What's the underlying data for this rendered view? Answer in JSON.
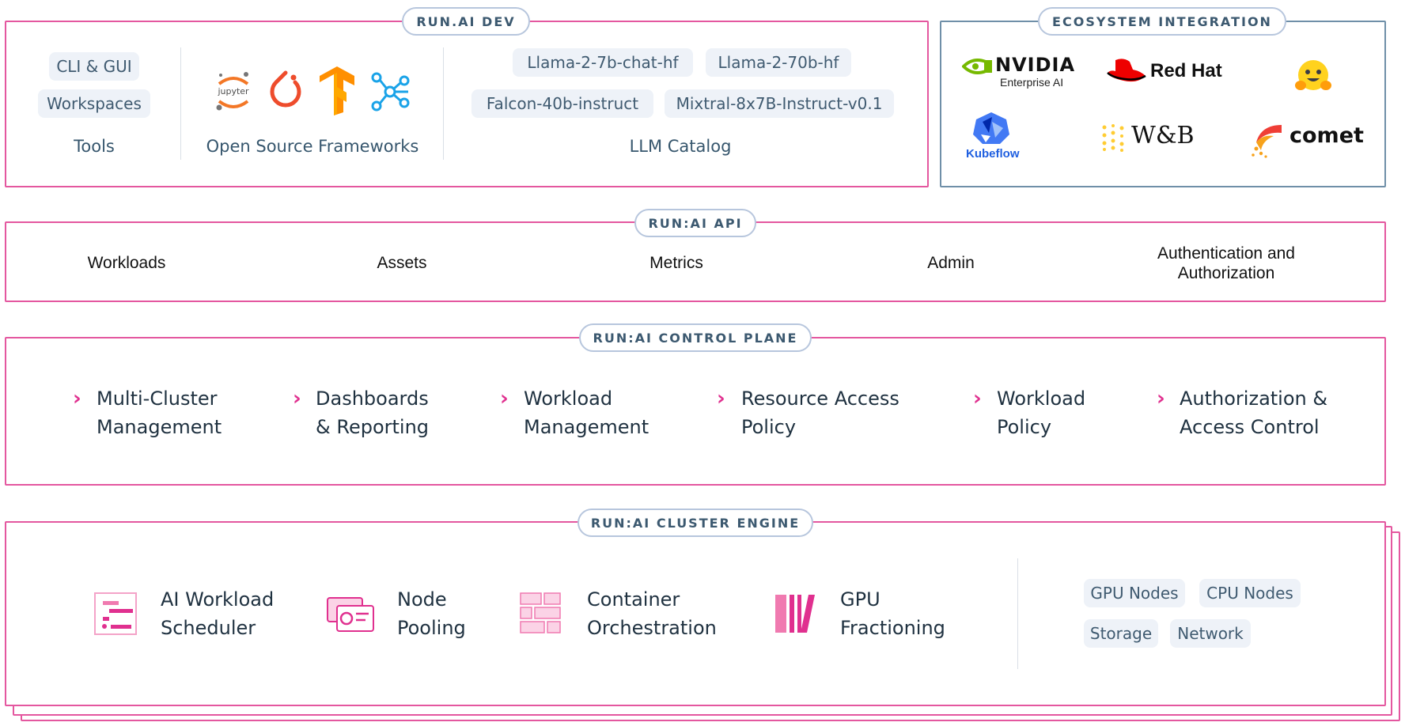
{
  "dev": {
    "tag": "RUN.AI DEV",
    "tools": {
      "chips": [
        "CLI & GUI",
        "Workspaces"
      ],
      "caption": "Tools"
    },
    "frameworks": {
      "caption": "Open Source Frameworks",
      "icons": [
        "jupyter-icon",
        "pytorch-icon",
        "tensorflow-icon",
        "kubeflow-pipelines-icon"
      ],
      "jupyter_text": "jupyter"
    },
    "llm": {
      "chips": [
        "Llama-2-7b-chat-hf",
        "Llama-2-70b-hf",
        "Falcon-40b-instruct",
        "Mixtral-8x7B-Instruct-v0.1"
      ],
      "caption": "LLM Catalog"
    }
  },
  "ecosystem": {
    "tag": "ECOSYSTEM INTEGRATION",
    "logos": {
      "nvidia": "NVIDIA",
      "nvidia_sub": "Enterprise AI",
      "redhat": "Red Hat",
      "kubeflow": "Kubeflow",
      "wandb": "W&B",
      "comet": "comet"
    }
  },
  "api": {
    "tag": "RUN:AI API",
    "items": [
      "Workloads",
      "Assets",
      "Metrics",
      "Admin",
      "Authentication and Authorization"
    ]
  },
  "control_plane": {
    "tag": "RUN:AI CONTROL PLANE",
    "items": [
      {
        "line1": "Multi-Cluster",
        "line2": "Management"
      },
      {
        "line1": "Dashboards",
        "line2": "& Reporting"
      },
      {
        "line1": "Workload",
        "line2": "Management"
      },
      {
        "line1": "Resource Access",
        "line2": "Policy"
      },
      {
        "line1": "Workload",
        "line2": "Policy"
      },
      {
        "line1": "Authorization &",
        "line2": "Access Control"
      }
    ],
    "chevron": "›"
  },
  "cluster_engine": {
    "tag": "RUN:AI CLUSTER ENGINE",
    "items": [
      {
        "line1": "AI Workload",
        "line2": "Scheduler",
        "icon": "scheduler-icon"
      },
      {
        "line1": "Node",
        "line2": "Pooling",
        "icon": "node-pool-icon"
      },
      {
        "line1": "Container",
        "line2": "Orchestration",
        "icon": "container-icon"
      },
      {
        "line1": "GPU",
        "line2": "Fractioning",
        "icon": "gpu-fraction-icon"
      }
    ],
    "resources": [
      "GPU Nodes",
      "CPU Nodes",
      "Storage",
      "Network"
    ]
  },
  "colors": {
    "accent": "#e4579f",
    "chip_bg": "#eef2f8",
    "tag_border": "#b7c6dd",
    "eco_border": "#6f8fa8"
  }
}
